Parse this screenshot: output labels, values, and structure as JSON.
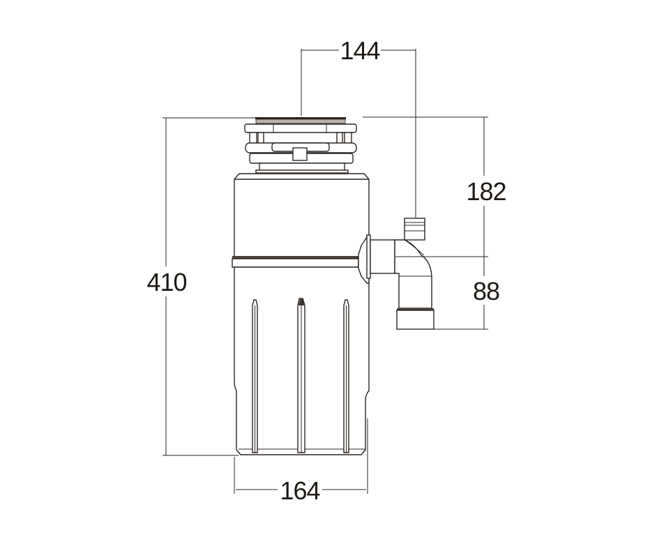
{
  "drawing": {
    "subject": "Food waste disposer side elevation with dimensions",
    "units": "mm",
    "line_color": "#2a2420",
    "background": "#ffffff"
  },
  "dimensions": {
    "top_width": {
      "label": "144",
      "description": "Sink flange center to drain inlet center"
    },
    "right_upper": {
      "label": "182",
      "description": "Top of unit to dishwasher inlet / outlet centerline"
    },
    "right_lower": {
      "label": "88",
      "description": "Outlet centerline to bottom of discharge pipe"
    },
    "overall_height": {
      "label": "410",
      "description": "Overall height"
    },
    "body_width": {
      "label": "164",
      "description": "Body diameter"
    }
  }
}
